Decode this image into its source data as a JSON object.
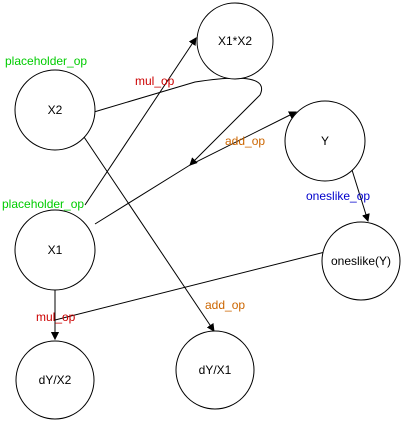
{
  "colors": {
    "placeholder": "#00cc00",
    "mul": "#cc0000",
    "add": "#cc6600",
    "oneslike": "#0000cc",
    "line": "#000000"
  },
  "nodes": {
    "x2": "X2",
    "x1": "X1",
    "x1x2": "X1*X2",
    "y": "Y",
    "oneslike_y": "oneslike(Y)",
    "dy_x2": "dY/X2",
    "dy_x1": "dY/X1"
  },
  "edge_labels": {
    "placeholder_x2": "placeholder_op",
    "placeholder_x1": "placeholder_op",
    "mul_op_top": "mul_op",
    "add_op_top": "add_op",
    "oneslike_op": "oneslike_op",
    "add_op_bottom": "add_op",
    "mul_op_bottom": "mul_op"
  }
}
